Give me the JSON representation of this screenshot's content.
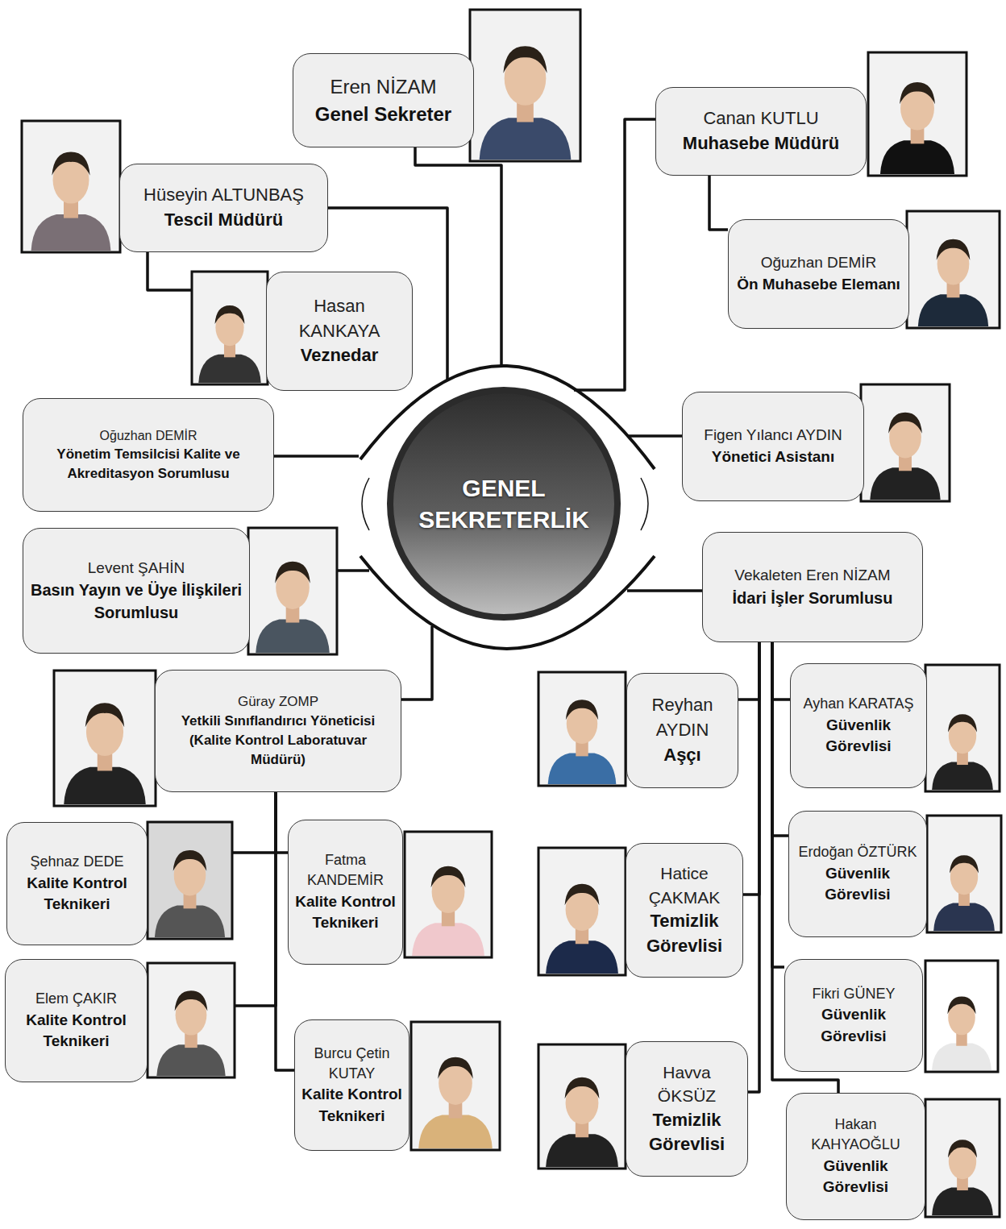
{
  "diagram": {
    "nodes": [
      {
        "text": [
          "GENEL SEKRETERLİK"
        ]
      },
      {
        "text": [
          "Eren NİZAM",
          "Genel Sekreter"
        ]
      },
      {
        "text": [
          "Hüseyin ALTUNBAŞ",
          "Tescil Müdürü"
        ]
      },
      {
        "text": [
          "Hasan KANKAYA",
          "Veznedar"
        ]
      },
      {
        "text": [
          "Canan KUTLU",
          "Muhasebe Müdürü"
        ]
      },
      {
        "text": [
          "Oğuzhan DEMİR",
          "Ön Muhasebe Elemanı"
        ]
      },
      {
        "text": [
          "Oğuzhan DEMİR",
          "Yönetim Temsilcisi Kalite ve Akreditasyon Sorumlusu"
        ]
      },
      {
        "text": [
          "Figen Yılancı AYDIN",
          "Yönetici Asistanı"
        ]
      },
      {
        "text": [
          "Levent ŞAHİN",
          "Basın Yayın ve Üye İlişkileri Sorumlusu"
        ]
      },
      {
        "text": [
          "Vekaleten Eren NİZAM",
          "İdari İşler Sorumlusu"
        ]
      },
      {
        "text": [
          "Güray ZOMP",
          "Yetkili Sınıflandırıcı Yöneticisi (Kalite Kontrol Laboratuvar Müdürü)"
        ]
      },
      {
        "text": [
          "Şehnaz DEDE",
          "Kalite Kontrol Teknikeri"
        ]
      },
      {
        "text": [
          "Fatma KANDEMİR",
          "Kalite Kontrol Teknikeri"
        ]
      },
      {
        "text": [
          "Elem ÇAKIR",
          "Kalite Kontrol Teknikeri"
        ]
      },
      {
        "text": [
          "Burcu Çetin KUTAY",
          "Kalite Kontrol Teknikeri"
        ]
      },
      {
        "text": [
          "Reyhan AYDIN",
          "Aşçı"
        ]
      },
      {
        "text": [
          "Ayhan KARATAŞ",
          "Güvenlik Görevlisi"
        ]
      },
      {
        "text": [
          "Hatice ÇAKMAK",
          "Temizlik Görevlisi"
        ]
      },
      {
        "text": [
          "Erdoğan ÖZTÜRK",
          "Güvenlik Görevlisi"
        ]
      },
      {
        "text": [
          "Fikri GÜNEY",
          "Güvenlik Görevlisi"
        ]
      },
      {
        "text": [
          "Havva ÖKSÜZ",
          "Temizlik Görevlisi"
        ]
      },
      {
        "text": [
          "Hakan KAHYAOĞLU",
          "Güvenlik Görevlisi"
        ]
      }
    ],
    "edges": [
      {
        "from": 0,
        "to": 1,
        "arrow": "none"
      },
      {
        "from": 0,
        "to": 2,
        "arrow": "none"
      },
      {
        "from": 0,
        "to": 4,
        "arrow": "none"
      },
      {
        "from": 0,
        "to": 6,
        "arrow": "none"
      },
      {
        "from": 0,
        "to": 7,
        "arrow": "none"
      },
      {
        "from": 0,
        "to": 8,
        "arrow": "none"
      },
      {
        "from": 0,
        "to": 9,
        "arrow": "none"
      },
      {
        "from": 0,
        "to": 10,
        "arrow": "none"
      },
      {
        "from": 2,
        "to": 3,
        "arrow": "none"
      },
      {
        "from": 4,
        "to": 5,
        "arrow": "none"
      },
      {
        "from": 10,
        "to": 11,
        "arrow": "none"
      },
      {
        "from": 10,
        "to": 12,
        "arrow": "none"
      },
      {
        "from": 10,
        "to": 13,
        "arrow": "none"
      },
      {
        "from": 10,
        "to": 14,
        "arrow": "none"
      },
      {
        "from": 9,
        "to": 15,
        "arrow": "none"
      },
      {
        "from": 9,
        "to": 16,
        "arrow": "none"
      },
      {
        "from": 9,
        "to": 17,
        "arrow": "none"
      },
      {
        "from": 9,
        "to": 18,
        "arrow": "none"
      },
      {
        "from": 9,
        "to": 19,
        "arrow": "none"
      },
      {
        "from": 9,
        "to": 20,
        "arrow": "none"
      },
      {
        "from": 9,
        "to": 21,
        "arrow": "none"
      }
    ]
  }
}
